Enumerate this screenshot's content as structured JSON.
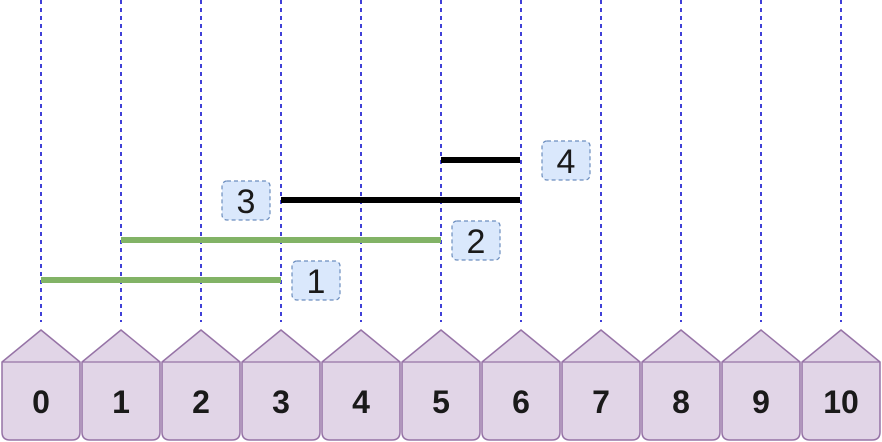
{
  "markers": [
    "0",
    "1",
    "2",
    "3",
    "4",
    "5",
    "6",
    "7",
    "8",
    "9",
    "10"
  ],
  "intervals": [
    {
      "label": "1",
      "start": 0,
      "end": 3,
      "color": "#82b366"
    },
    {
      "label": "2",
      "start": 1,
      "end": 5,
      "color": "#82b366"
    },
    {
      "label": "3",
      "start": 3,
      "end": 6,
      "color": "#000000"
    },
    {
      "label": "4",
      "start": 5,
      "end": 6,
      "color": "#000000"
    }
  ],
  "colors": {
    "guide_line": "#0000cc",
    "marker_fill": "#e1d5e7",
    "marker_stroke": "#9673a6",
    "badge_fill": "#dae8fc",
    "badge_stroke": "#6c8ebf"
  }
}
